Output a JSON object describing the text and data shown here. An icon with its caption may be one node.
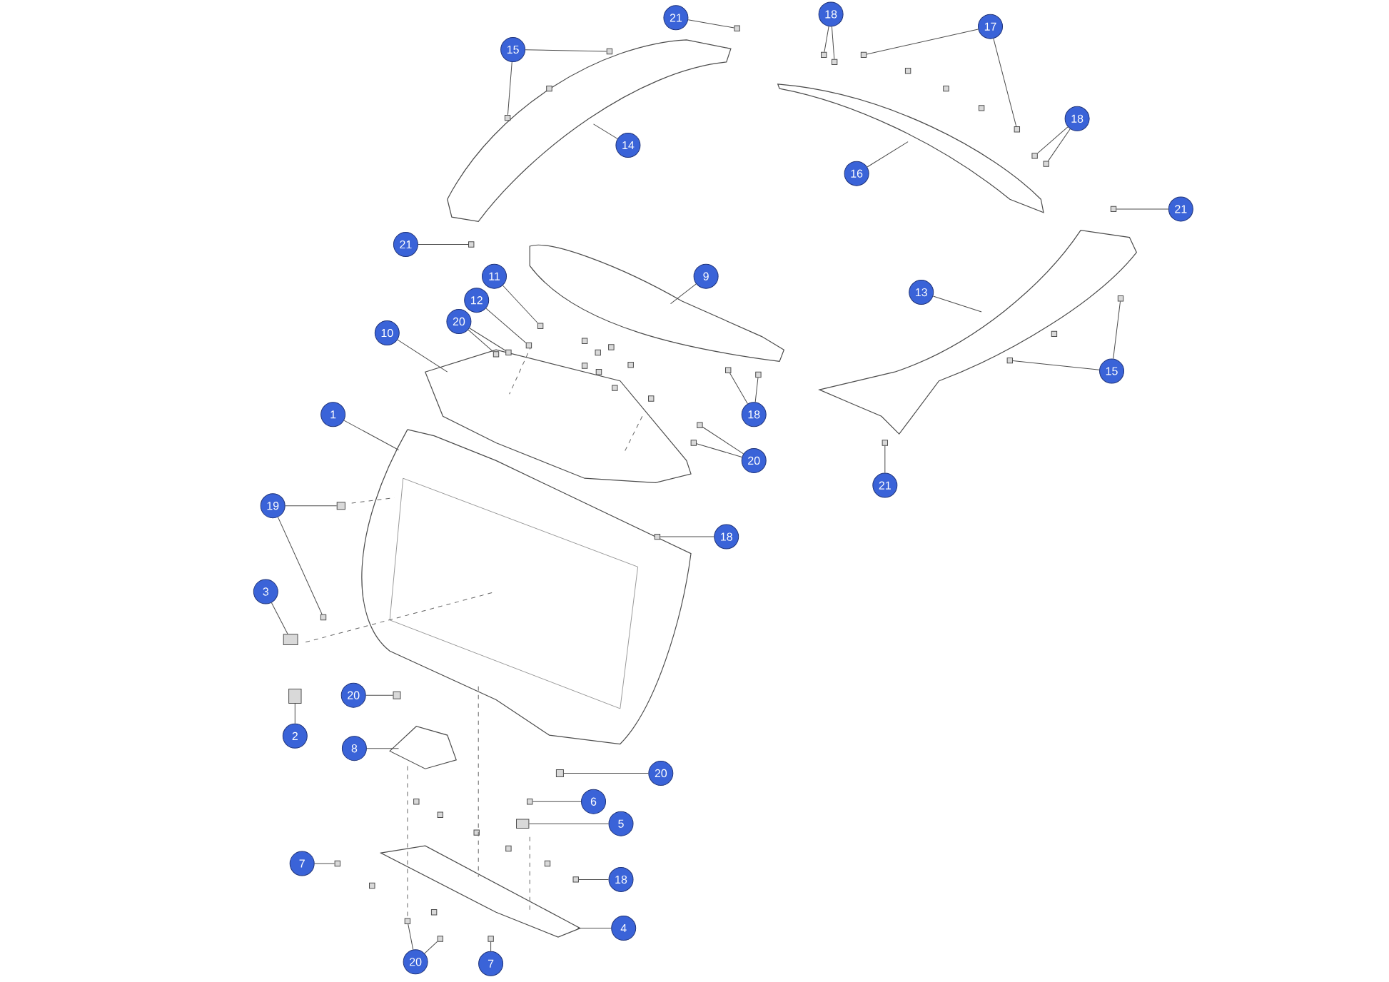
{
  "diagram": {
    "nodes": [
      {
        "text": [
          "21"
        ]
      },
      {
        "text": [
          "18"
        ]
      },
      {
        "text": [
          "15"
        ]
      },
      {
        "text": [
          "17"
        ]
      },
      {
        "text": [
          "14"
        ]
      },
      {
        "text": [
          "18"
        ]
      },
      {
        "text": [
          "16"
        ]
      },
      {
        "text": [
          "21"
        ]
      },
      {
        "text": [
          "21"
        ]
      },
      {
        "text": [
          "9"
        ]
      },
      {
        "text": [
          "11"
        ]
      },
      {
        "text": [
          "12"
        ]
      },
      {
        "text": [
          "20"
        ]
      },
      {
        "text": [
          "10"
        ]
      },
      {
        "text": [
          "13"
        ]
      },
      {
        "text": [
          "15"
        ]
      },
      {
        "text": [
          "18"
        ]
      },
      {
        "text": [
          "1"
        ]
      },
      {
        "text": [
          "20"
        ]
      },
      {
        "text": [
          "21"
        ]
      },
      {
        "text": [
          "19"
        ]
      },
      {
        "text": [
          "18"
        ]
      },
      {
        "text": [
          "3"
        ]
      },
      {
        "text": [
          "2"
        ]
      },
      {
        "text": [
          "20"
        ]
      },
      {
        "text": [
          "8"
        ]
      },
      {
        "text": [
          "20"
        ]
      },
      {
        "text": [
          "6"
        ]
      },
      {
        "text": [
          "5"
        ]
      },
      {
        "text": [
          "7"
        ]
      },
      {
        "text": [
          "18"
        ]
      },
      {
        "text": [
          "4"
        ]
      },
      {
        "text": [
          "20"
        ]
      },
      {
        "text": [
          "7"
        ]
      },
      {
        "text": [],
        "shape": "box"
      },
      {
        "text": [],
        "shape": "box"
      },
      {
        "text": [],
        "shape": "box"
      },
      {
        "text": [],
        "shape": "box"
      },
      {
        "text": [],
        "shape": "box"
      },
      {
        "text": [],
        "shape": "box"
      },
      {
        "text": [],
        "shape": "box"
      },
      {
        "text": [],
        "shape": "box"
      },
      {
        "text": [],
        "shape": "box"
      },
      {
        "text": [],
        "shape": "box"
      },
      {
        "text": [],
        "shape": "box"
      },
      {
        "text": [],
        "shape": "box"
      },
      {
        "text": [],
        "shape": "box"
      },
      {
        "text": [],
        "shape": "box"
      },
      {
        "text": [],
        "shape": "box"
      },
      {
        "text": [],
        "shape": "box"
      },
      {
        "text": [],
        "shape": "box"
      },
      {
        "text": [],
        "shape": "box"
      },
      {
        "text": [],
        "shape": "box"
      },
      {
        "text": [],
        "shape": "box"
      },
      {
        "text": [],
        "shape": "box"
      },
      {
        "text": [],
        "shape": "box"
      },
      {
        "text": [],
        "shape": "box"
      },
      {
        "text": [],
        "shape": "box"
      },
      {
        "text": [],
        "shape": "box"
      },
      {
        "text": [],
        "shape": "box"
      },
      {
        "text": [],
        "shape": "box"
      },
      {
        "text": [],
        "shape": "box"
      },
      {
        "text": [],
        "shape": "box"
      },
      {
        "text": [],
        "shape": "box"
      },
      {
        "text": [],
        "shape": "box"
      },
      {
        "text": [],
        "shape": "box"
      },
      {
        "text": [],
        "shape": "box"
      },
      {
        "text": [],
        "shape": "box"
      },
      {
        "text": [],
        "shape": "box"
      },
      {
        "text": [],
        "shape": "box"
      }
    ],
    "edges": [
      {
        "from": 0,
        "to": 34,
        "arrow": "none"
      },
      {
        "from": 1,
        "to": 35,
        "arrow": "none"
      },
      {
        "from": 1,
        "to": 36,
        "arrow": "none"
      },
      {
        "from": 2,
        "to": 37,
        "arrow": "none"
      },
      {
        "from": 2,
        "to": 38,
        "arrow": "none"
      },
      {
        "from": 3,
        "to": 39,
        "arrow": "none"
      },
      {
        "from": 3,
        "to": 40,
        "arrow": "none"
      },
      {
        "from": 4,
        "to": null,
        "arrow": "none"
      },
      {
        "from": 5,
        "to": 41,
        "arrow": "none"
      },
      {
        "from": 5,
        "to": 42,
        "arrow": "none"
      },
      {
        "from": 6,
        "to": null,
        "arrow": "none"
      },
      {
        "from": 7,
        "to": 43,
        "arrow": "none"
      },
      {
        "from": 8,
        "to": 44,
        "arrow": "none"
      },
      {
        "from": 9,
        "to": null,
        "arrow": "none"
      },
      {
        "from": 10,
        "to": 45,
        "arrow": "none"
      },
      {
        "from": 11,
        "to": 46,
        "arrow": "none"
      },
      {
        "from": 12,
        "to": 47,
        "arrow": "none"
      },
      {
        "from": 12,
        "to": 48,
        "arrow": "none"
      },
      {
        "from": 13,
        "to": null,
        "arrow": "none"
      },
      {
        "from": 14,
        "to": null,
        "arrow": "none"
      },
      {
        "from": 15,
        "to": 49,
        "arrow": "none"
      },
      {
        "from": 15,
        "to": 50,
        "arrow": "none"
      },
      {
        "from": 16,
        "to": 51,
        "arrow": "none"
      },
      {
        "from": 16,
        "to": 52,
        "arrow": "none"
      },
      {
        "from": 17,
        "to": null,
        "arrow": "none"
      },
      {
        "from": 18,
        "to": 53,
        "arrow": "none"
      },
      {
        "from": 18,
        "to": 54,
        "arrow": "none"
      },
      {
        "from": 19,
        "to": 55,
        "arrow": "none"
      },
      {
        "from": 20,
        "to": 56,
        "arrow": "none"
      },
      {
        "from": 20,
        "to": 57,
        "arrow": "none"
      },
      {
        "from": 21,
        "to": 58,
        "arrow": "none"
      },
      {
        "from": 22,
        "to": 59,
        "arrow": "none"
      },
      {
        "from": 23,
        "to": 60,
        "arrow": "none"
      },
      {
        "from": 24,
        "to": 61,
        "arrow": "none"
      },
      {
        "from": 25,
        "to": null,
        "arrow": "none"
      },
      {
        "from": 26,
        "to": 62,
        "arrow": "none"
      },
      {
        "from": 27,
        "to": 63,
        "arrow": "none"
      },
      {
        "from": 28,
        "to": 64,
        "arrow": "none"
      },
      {
        "from": 29,
        "to": 65,
        "arrow": "none"
      },
      {
        "from": 30,
        "to": 66,
        "arrow": "none"
      },
      {
        "from": 31,
        "to": null,
        "arrow": "none"
      },
      {
        "from": 32,
        "to": 67,
        "arrow": "none"
      },
      {
        "from": 32,
        "to": 68,
        "arrow": "none"
      },
      {
        "from": 33,
        "to": 69,
        "arrow": "none"
      }
    ]
  }
}
